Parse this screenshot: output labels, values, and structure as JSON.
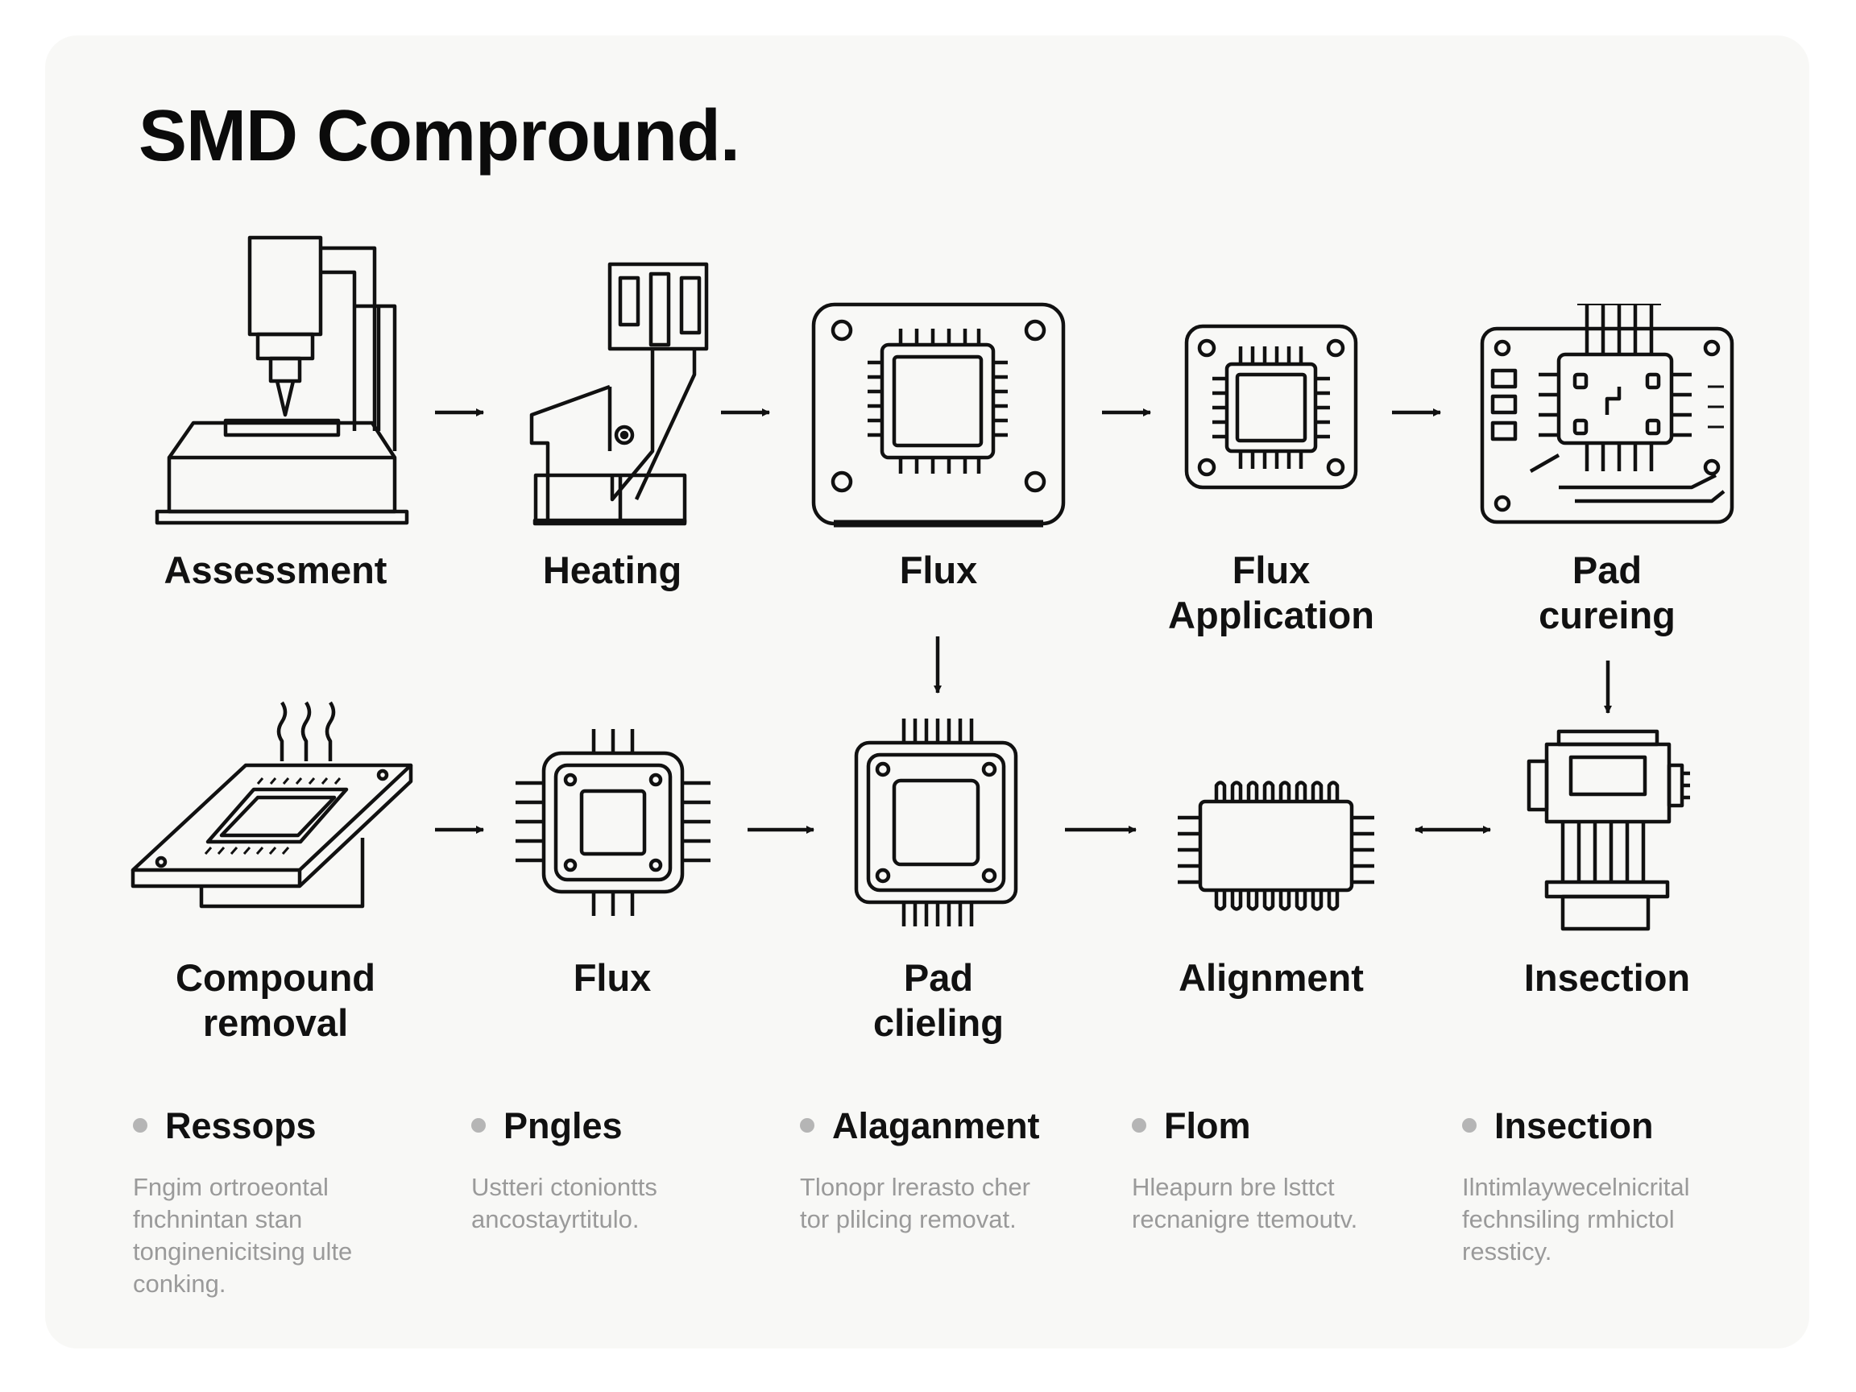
{
  "title": "SMD Compround.",
  "steps": [
    {
      "id": "assessment",
      "label": "Assessment",
      "icon": "dispensing-machine-icon"
    },
    {
      "id": "heating",
      "label": "Heating",
      "icon": "hot-air-tool-icon"
    },
    {
      "id": "flux-top",
      "label": "Flux",
      "icon": "chip-board-icon"
    },
    {
      "id": "flux-application",
      "label": "Flux\nApplication",
      "icon": "chip-on-pad-icon"
    },
    {
      "id": "pad-cureing",
      "label": "Pad\ncureing",
      "icon": "circuit-board-icon"
    },
    {
      "id": "compound-removal",
      "label": "Compound\nremoval",
      "icon": "heated-board-icon"
    },
    {
      "id": "flux-bottom",
      "label": "Flux",
      "icon": "qfp-chip-icon"
    },
    {
      "id": "pad-clieling",
      "label": "Pad\nclieling",
      "icon": "square-chip-icon"
    },
    {
      "id": "alignment",
      "label": "Alignment",
      "icon": "dip-chip-icon"
    },
    {
      "id": "insection",
      "label": "Insection",
      "icon": "inspection-connector-icon"
    }
  ],
  "notes": [
    {
      "title": "Ressops",
      "body": "Fngim ortroeontal\nfnchnintan stan\ntonginenicitsing ulte\nconking."
    },
    {
      "title": "Pngles",
      "body": "Ustteri ctoniontts\nancostayrtitulo."
    },
    {
      "title": "Alaganment",
      "body": "Tlonopr lrerasto cher\ntor plilcing removat."
    },
    {
      "title": "Flom",
      "body": "Hleapurn bre lsttct\nrecnanigre ttemoutv."
    },
    {
      "title": "Insection",
      "body": "Ilntimlaywecelnicrital\nfechnsiling rmhictol\nressticy."
    }
  ],
  "colors": {
    "ink": "#111111",
    "muted": "#9a9a9a",
    "bullet": "#b5b5b5",
    "sheet": "#f8f8f6"
  }
}
